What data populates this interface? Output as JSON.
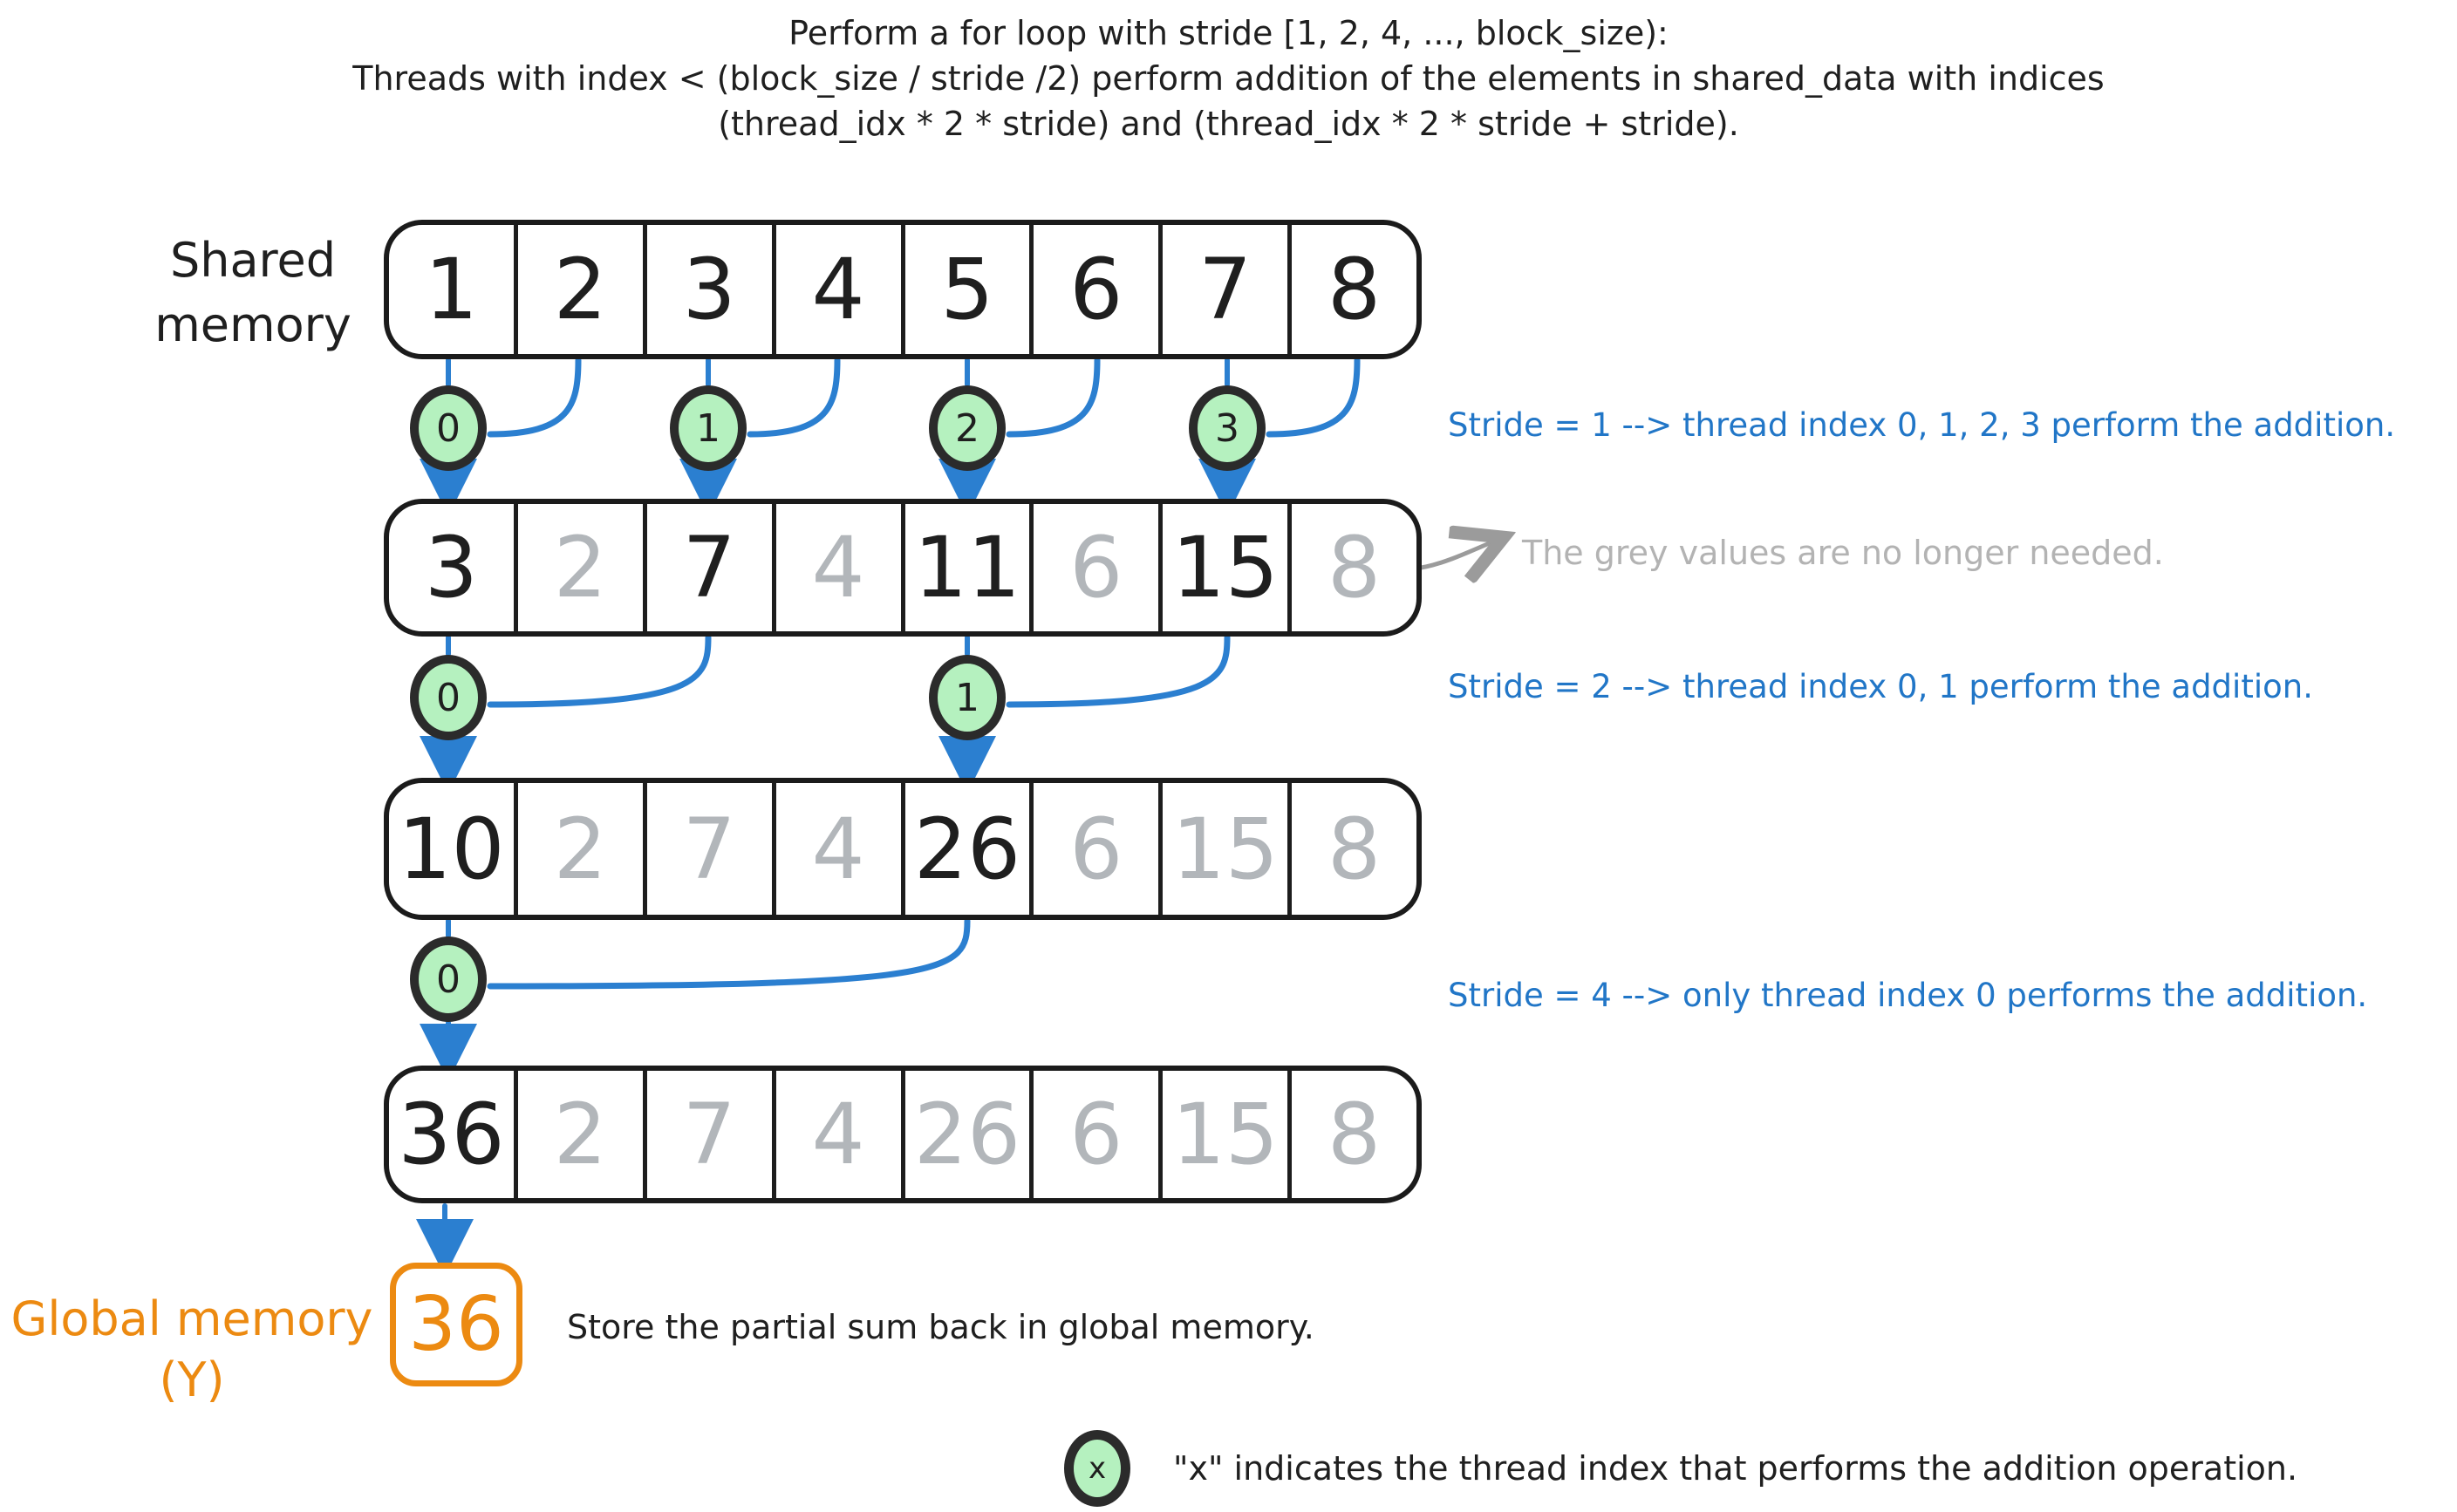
{
  "title": {
    "line1": "Perform a for loop with stride [1, 2, 4, ..., block_size):",
    "line2": "Threads with index < (block_size / stride /2) perform addition of the elements in shared_data with indices",
    "line3": "(thread_idx * 2 * stride) and (thread_idx * 2 * stride + stride)."
  },
  "labels": {
    "shared_memory_line1": "Shared",
    "shared_memory_line2": "memory",
    "global_memory_line1": "Global memory",
    "global_memory_line2": "(Y)"
  },
  "memory_rows": [
    {
      "cells": [
        {
          "v": "1",
          "muted": false
        },
        {
          "v": "2",
          "muted": false
        },
        {
          "v": "3",
          "muted": false
        },
        {
          "v": "4",
          "muted": false
        },
        {
          "v": "5",
          "muted": false
        },
        {
          "v": "6",
          "muted": false
        },
        {
          "v": "7",
          "muted": false
        },
        {
          "v": "8",
          "muted": false
        }
      ]
    },
    {
      "cells": [
        {
          "v": "3",
          "muted": false
        },
        {
          "v": "2",
          "muted": true
        },
        {
          "v": "7",
          "muted": false
        },
        {
          "v": "4",
          "muted": true
        },
        {
          "v": "11",
          "muted": false
        },
        {
          "v": "6",
          "muted": true
        },
        {
          "v": "15",
          "muted": false
        },
        {
          "v": "8",
          "muted": true
        }
      ]
    },
    {
      "cells": [
        {
          "v": "10",
          "muted": false
        },
        {
          "v": "2",
          "muted": true
        },
        {
          "v": "7",
          "muted": true
        },
        {
          "v": "4",
          "muted": true
        },
        {
          "v": "26",
          "muted": false
        },
        {
          "v": "6",
          "muted": true
        },
        {
          "v": "15",
          "muted": true
        },
        {
          "v": "8",
          "muted": true
        }
      ]
    },
    {
      "cells": [
        {
          "v": "36",
          "muted": false
        },
        {
          "v": "2",
          "muted": true
        },
        {
          "v": "7",
          "muted": true
        },
        {
          "v": "4",
          "muted": true
        },
        {
          "v": "26",
          "muted": true
        },
        {
          "v": "6",
          "muted": true
        },
        {
          "v": "15",
          "muted": true
        },
        {
          "v": "8",
          "muted": true
        }
      ]
    }
  ],
  "thread_rows": [
    {
      "indices": [
        "0",
        "1",
        "2",
        "3"
      ]
    },
    {
      "indices": [
        "0",
        "1"
      ]
    },
    {
      "indices": [
        "0"
      ]
    }
  ],
  "annotations": {
    "stride1": "Stride = 1 --> thread index 0, 1, 2, 3 perform the addition.",
    "stride2": "Stride = 2 --> thread index 0, 1 perform the addition.",
    "stride4": "Stride = 4 --> only thread index 0 performs the addition.",
    "grey_note": "The grey values are no longer needed.",
    "store_note": "Store the partial sum back in global memory.",
    "legend_text": "\"x\" indicates the thread index that performs the addition operation."
  },
  "legend_symbol": "x",
  "global_memory_value": "36",
  "colors": {
    "ink": "#1f1f1f",
    "muted_value": "#b2b6ba",
    "arrow_blue": "#2b7fd0",
    "note_blue": "#2176c7",
    "orange": "#ec8a11",
    "circle_fill": "#b5f1bf",
    "circle_border": "#2b2b2b",
    "grey_note": "#b3b3b3",
    "grey_arrow": "#9b9b9b"
  }
}
